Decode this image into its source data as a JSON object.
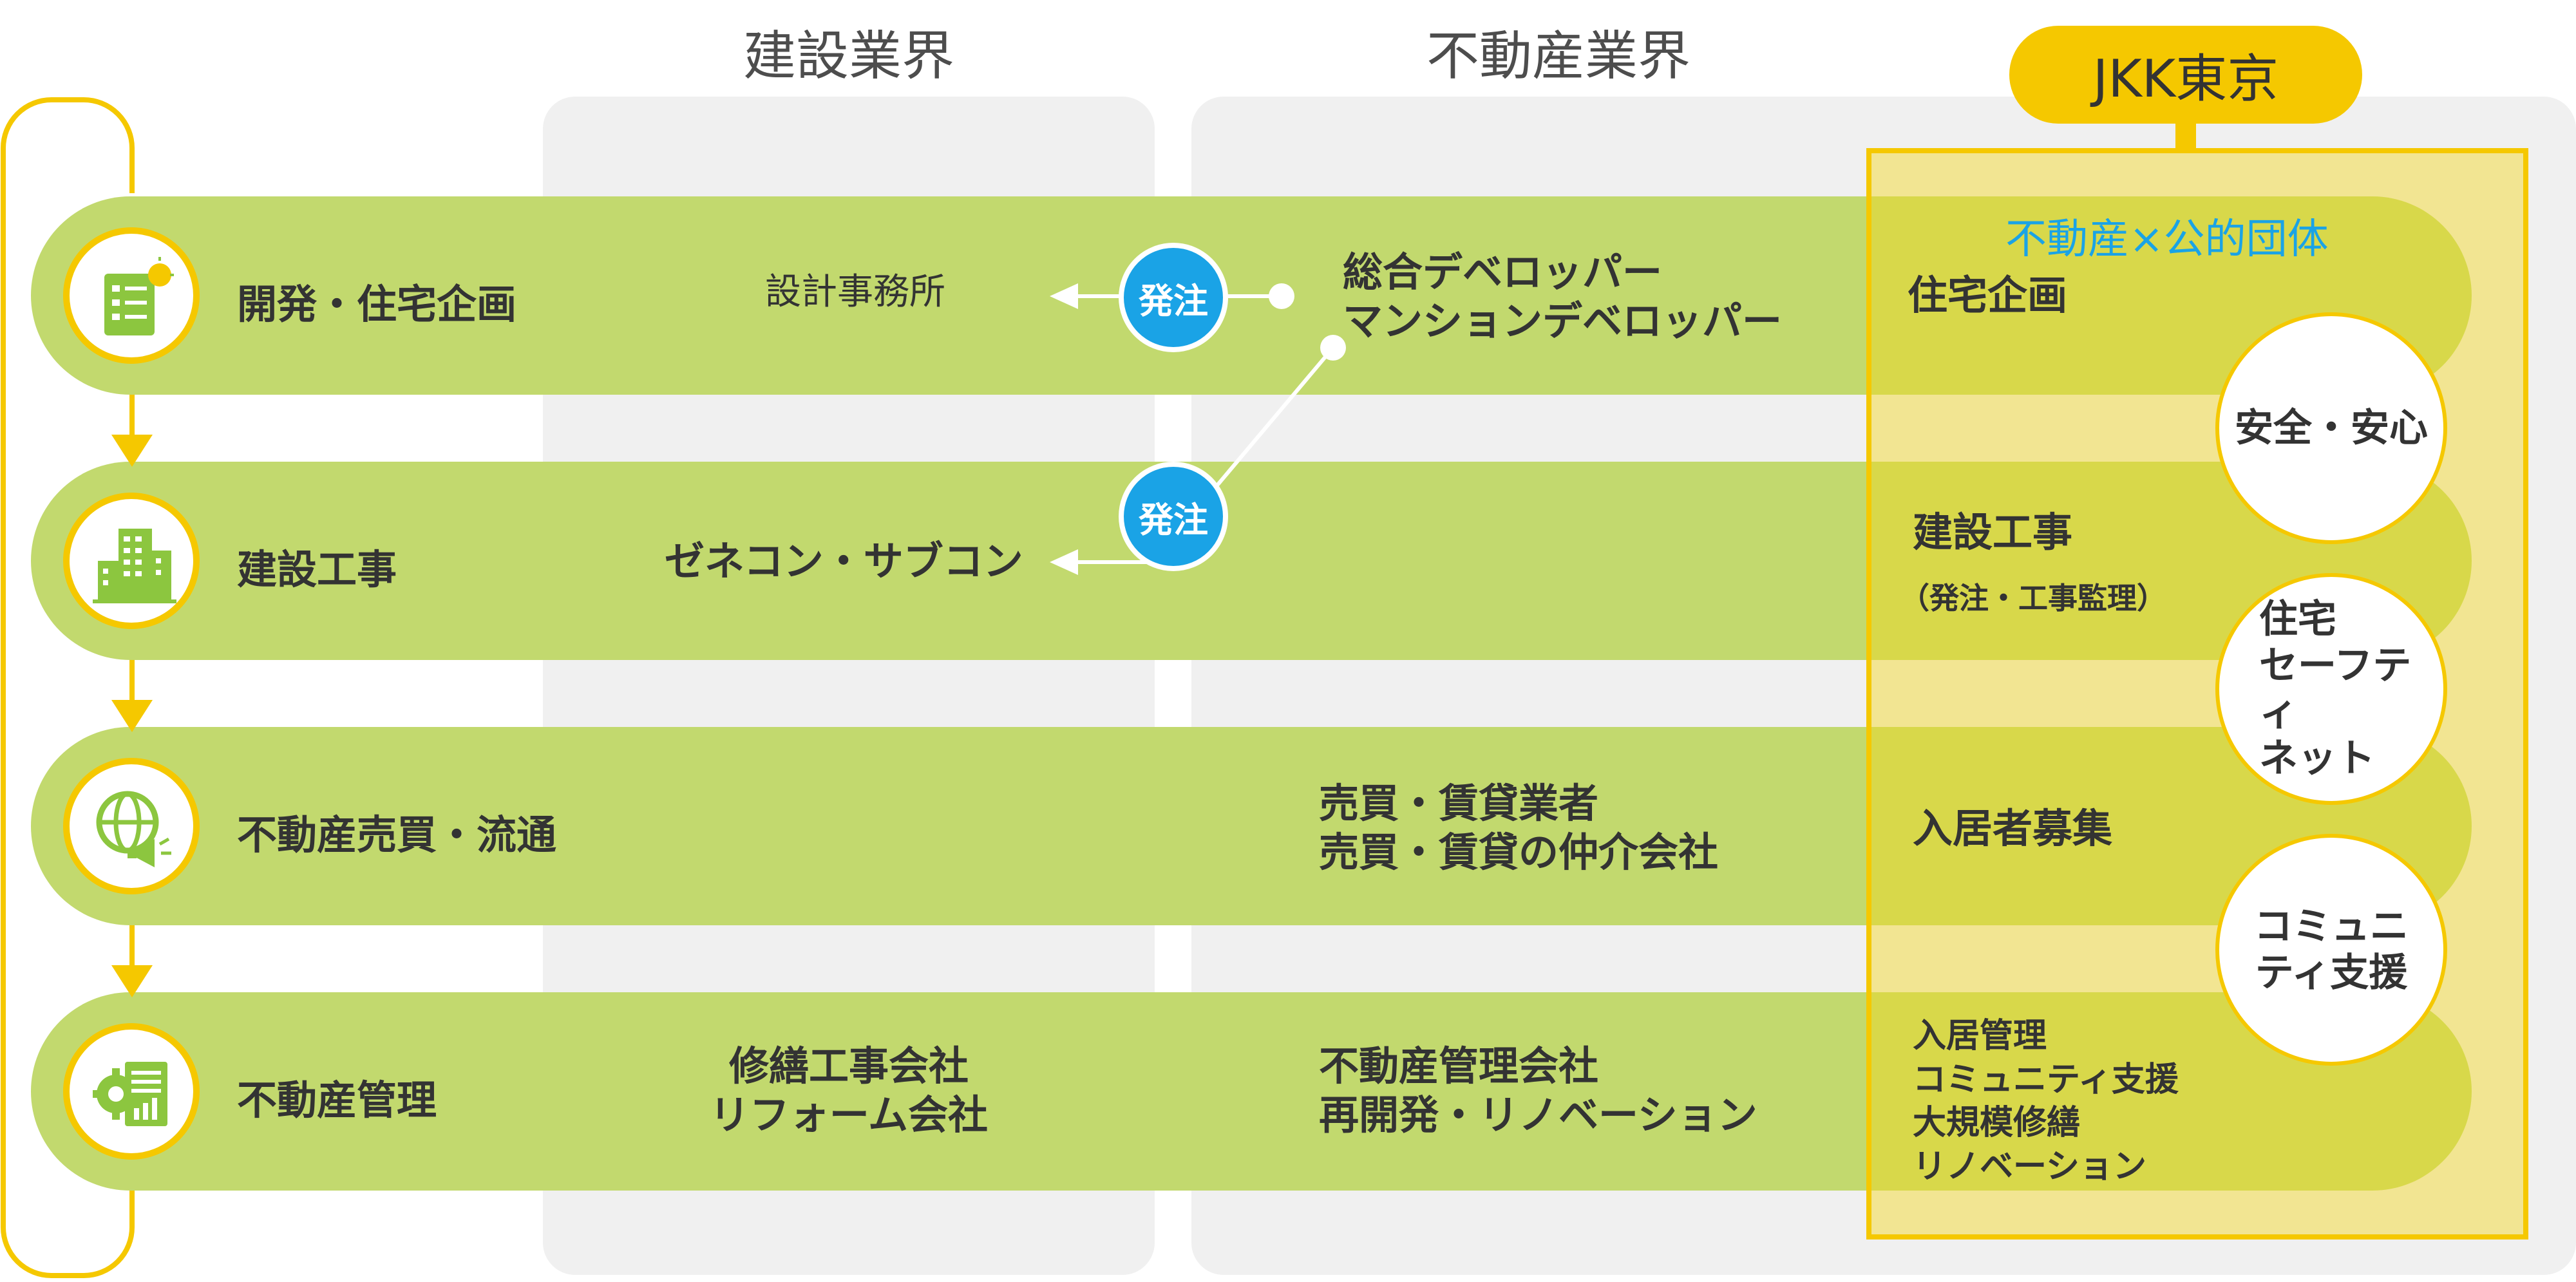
{
  "columns": {
    "construction": "建設業界",
    "real_estate": "不動産業界",
    "jkk": "JKK東京"
  },
  "jkk_subtitle": "不動産×公的団体",
  "steps": [
    {
      "label": "開発・住宅企画",
      "icon": "planning-icon"
    },
    {
      "label": "建設工事",
      "icon": "building-icon"
    },
    {
      "label": "不動産売買・流通",
      "icon": "globe-megaphone-icon"
    },
    {
      "label": "不動産管理",
      "icon": "gear-document-icon"
    }
  ],
  "construction_cells": {
    "row1": "設計事務所",
    "row2": "ゼネコン・サブコン",
    "row4": [
      "修繕工事会社",
      "リフォーム会社"
    ]
  },
  "real_estate_cells": {
    "row1": [
      "総合デベロッパー",
      "マンションデベロッパー"
    ],
    "row3": [
      "売買・賃貸業者",
      "売買・賃貸の仲介会社"
    ],
    "row4": [
      "不動産管理会社",
      "再開発・リノベーション"
    ]
  },
  "order_badge": "発注",
  "jkk_items": {
    "row1": "住宅企画",
    "row2": "建設工事",
    "row2_note": "（発注・工事監理）",
    "row3": "入居者募集",
    "row4": [
      "入居管理",
      "コミュニティ支援",
      "大規模修繕",
      "リノベーション"
    ]
  },
  "features": [
    [
      "安全・安心"
    ],
    [
      "住宅",
      "セーフティ",
      "ネット"
    ],
    [
      "コミュニ",
      "ティ支援"
    ]
  ],
  "colors": {
    "band": "#c2d96e",
    "accent_yellow": "#f5c800",
    "badge_blue": "#1aa3e6",
    "column_gray": "#f0f0f0",
    "subtitle_blue": "#1aa3e6"
  }
}
